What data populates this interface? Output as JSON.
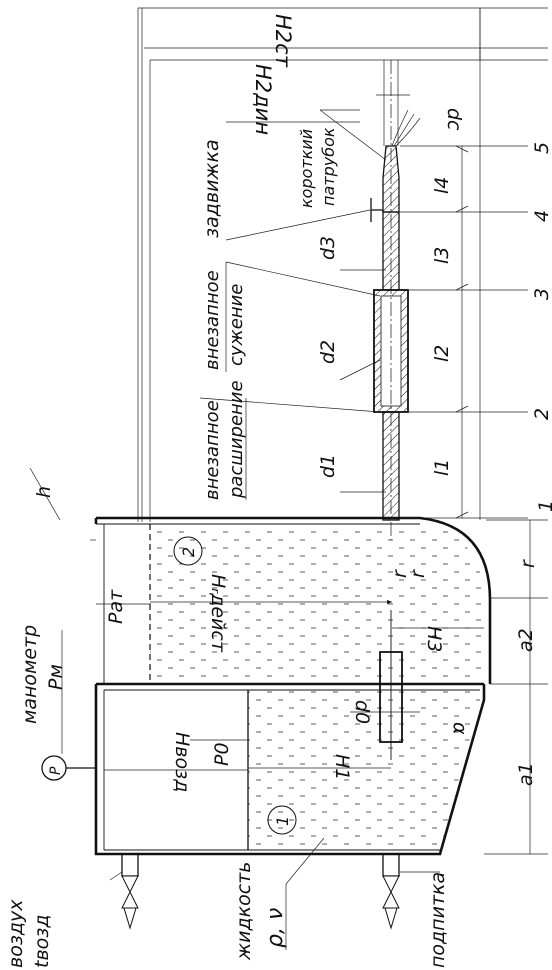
{
  "labels": {
    "manometer": "манометр",
    "pm": "Pм",
    "p_gauge_symbol": "P",
    "air": "воздух",
    "t_air": "tвозд",
    "liquid": "жидкость",
    "rho_nu": "ρ, ν",
    "feed": "подпитка",
    "h_air": "Hвозд",
    "p0": "P0",
    "pat": "Pат",
    "h1": "H1",
    "h2_act": "Hᵣдейст",
    "h3": "H3",
    "d0": "d0",
    "alpha": "α",
    "a1": "a1",
    "a2": "a2",
    "r1": "r",
    "r2": "r",
    "r3": "r",
    "tank1": "1",
    "tank2": "2",
    "h_small": "h",
    "sudden_expansion_1": "внезапное",
    "sudden_expansion_2": "расширение",
    "sudden_narrow_1": "внезапное",
    "sudden_narrow_2": "сужение",
    "valve": "задвижка",
    "short_nozzle_1": "короткий",
    "short_nozzle_2": "патрубок",
    "d1": "d1",
    "d2": "d2",
    "d3": "d3",
    "dc": "dc",
    "l1": "l1",
    "l2": "l2",
    "l3": "l3",
    "l4": "l4",
    "h2_st": "H2ст",
    "h2_din": "H2дин",
    "sec1": "1",
    "sec2": "2",
    "sec3": "3",
    "sec4": "4",
    "sec5": "5"
  }
}
